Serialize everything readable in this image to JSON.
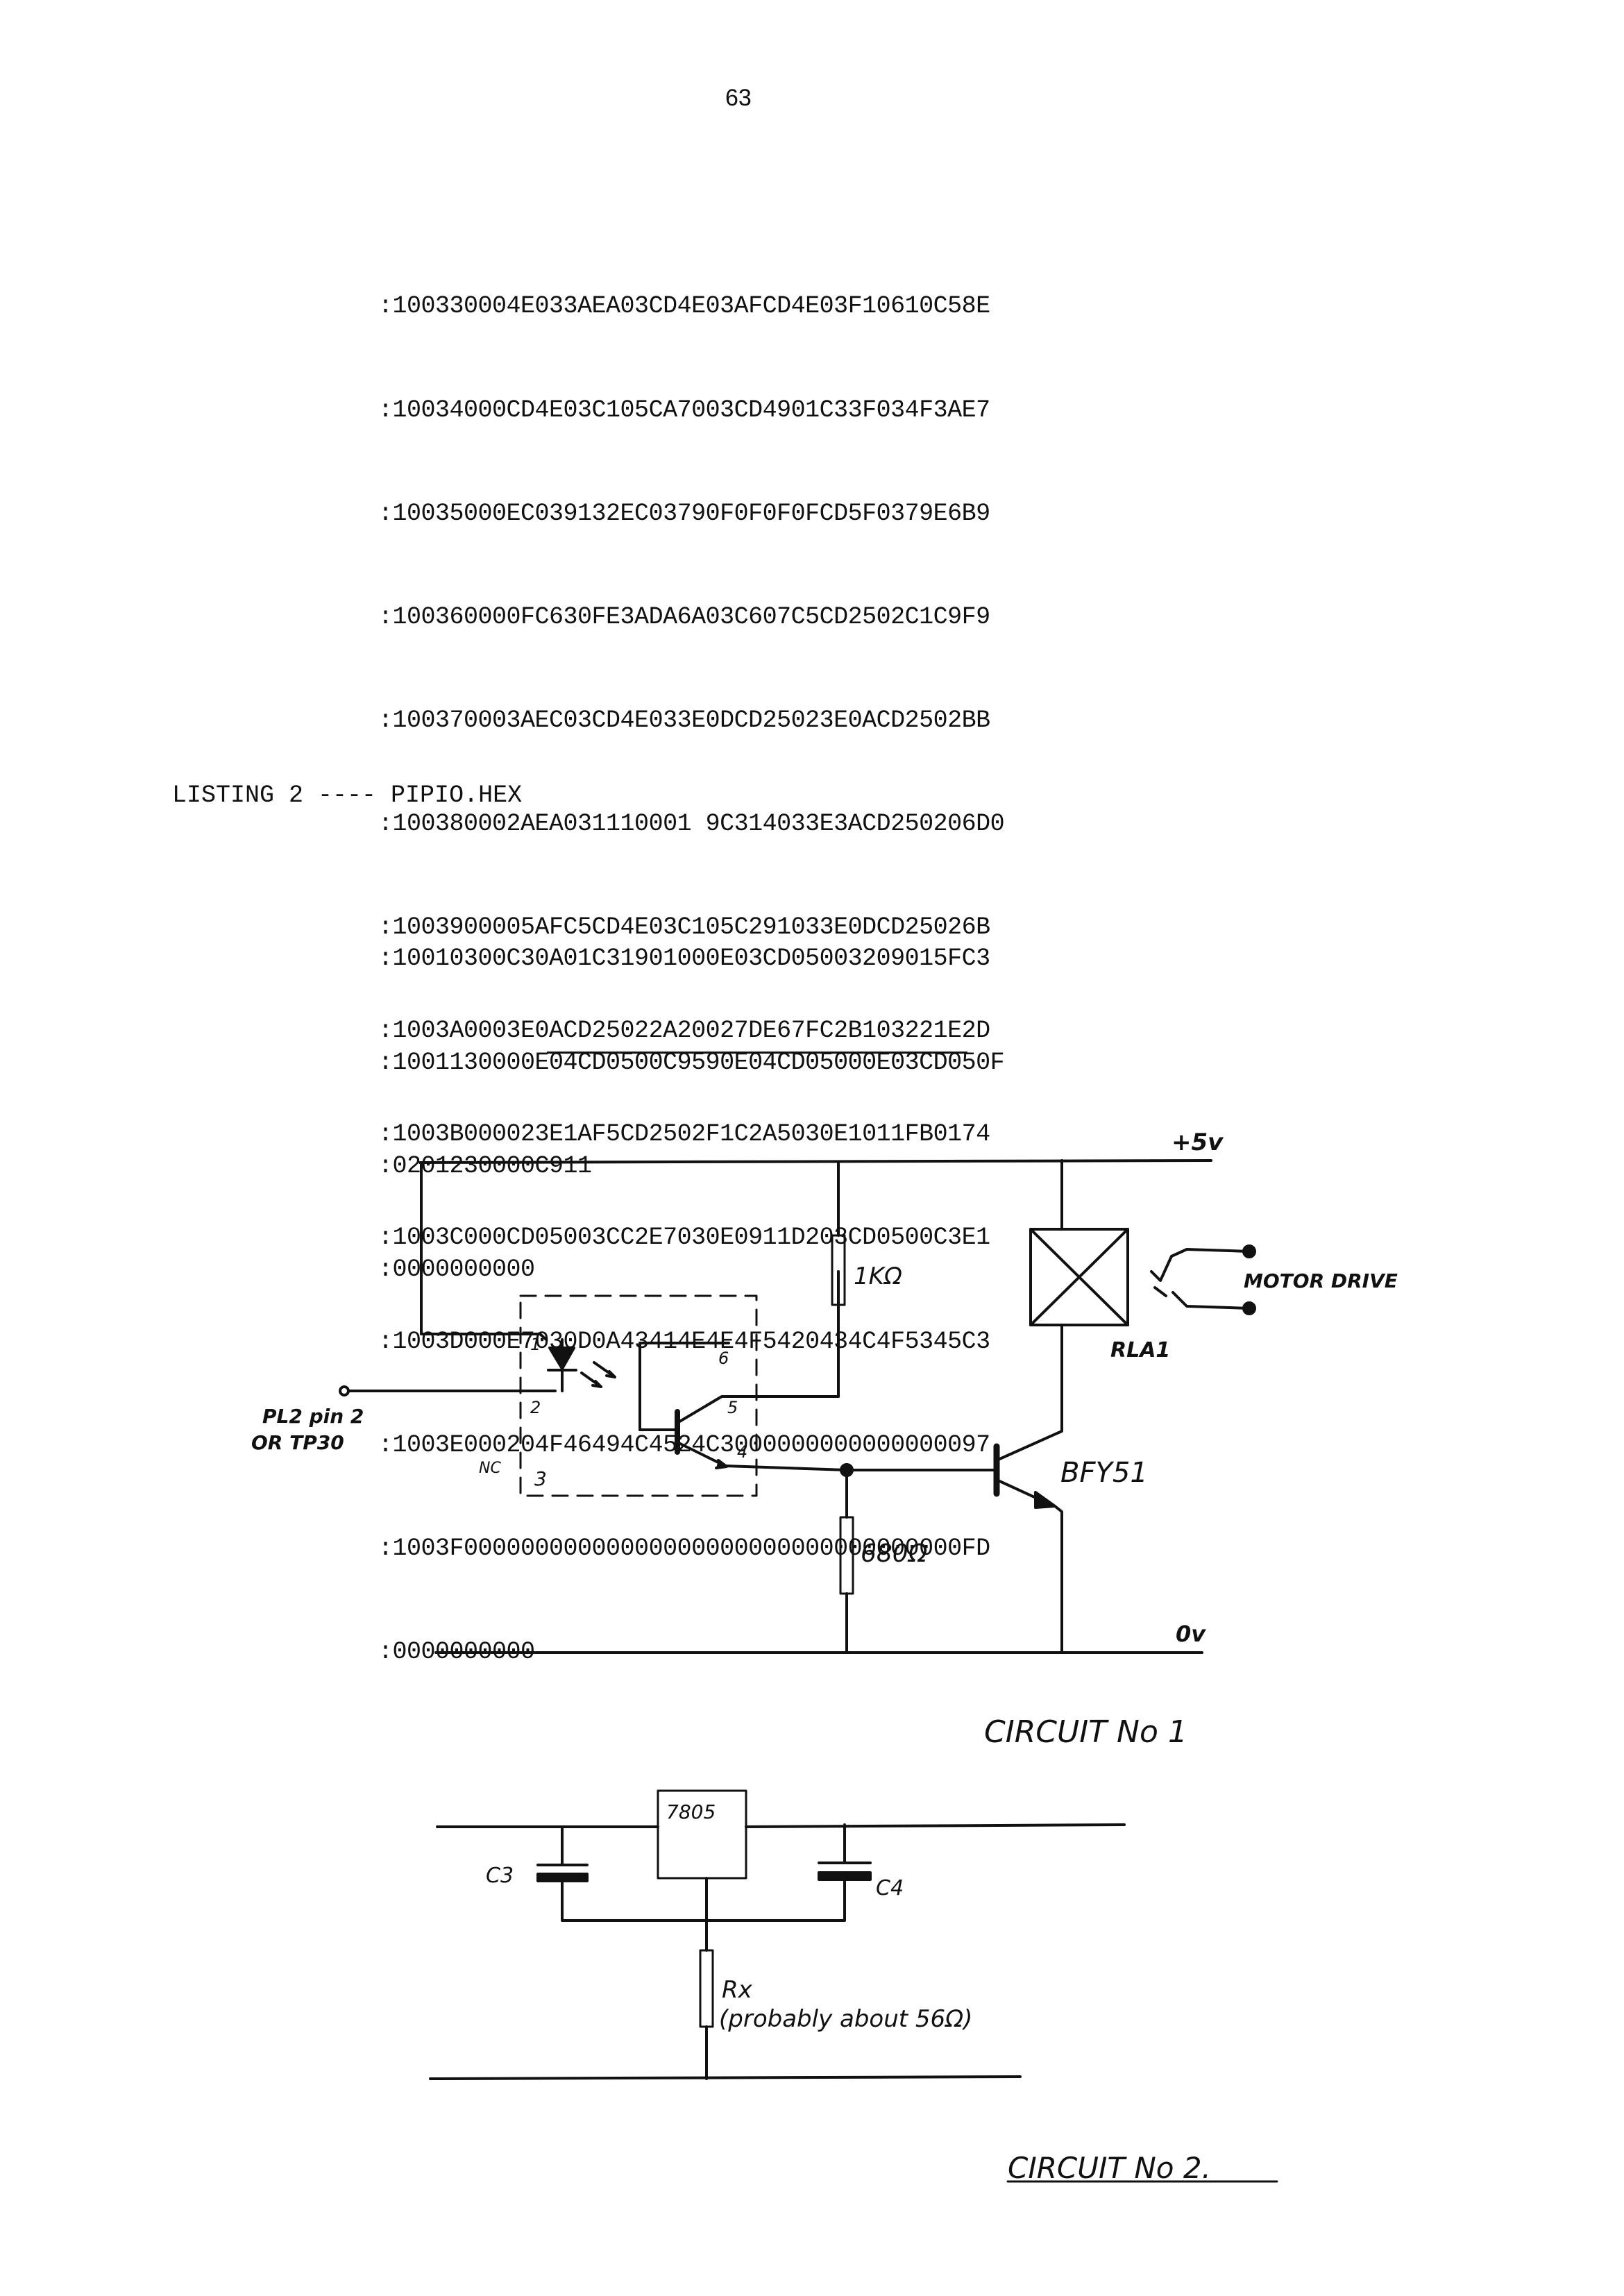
{
  "page_number": "63",
  "listing1": {
    "lines": [
      ":100330004E033AEA03CD4E03AFCD4E03F10610C58E",
      ":10034000CD4E03C105CA7003CD4901C33F034F3AE7",
      ":10035000EC039132EC03790F0F0F0FCD5F0379E6B9",
      ":100360000FC630FE3ADA6A03C607C5CD2502C1C9F9",
      ":100370003AEC03CD4E033E0DCD25023E0ACD2502BB",
      ":100380002AEA031110001 9C314033E3ACD250206D0",
      ":1003900005AFC5CD4E03C105C291033E0DCD25026B",
      ":1003A0003E0ACD25022A20027DE67FC2B103221E2D",
      ":1003B000023E1AF5CD2502F1C2A5030E1011FB0174",
      ":1003C000CD05003CC2E7030E0911D203CD0500C3E1",
      ":1003D000E7030D0A43414E4E4F5420434C4F5345C3",
      ":1003E000204F46494C4524C3000000000000000097",
      ":1003F00000000000000000000000000000000000FD",
      ":0000000000"
    ]
  },
  "listing2": {
    "title": "LISTING 2 ---- PIPIO.HEX",
    "lines": [
      ":10010300C30A01C31901000E03CD05003209015FC3",
      ":1001130000E04CD0500C9590E04CD05000E03CD050F",
      ":0201230000C911",
      ":0000000000"
    ]
  },
  "circuit1": {
    "supply_label": "+5v",
    "ground_label": "0v",
    "resistor1_label": "1KΩ",
    "resistor2_label": "680Ω",
    "relay_label": "RLA1",
    "transistor_label": "BFY51",
    "output_label": "MOTOR DRIVE",
    "input_label_line1": "PL2 pin 2",
    "input_label_line2": "OR  TP30",
    "nc_label": "NC",
    "pin_1": "1",
    "pin_2": "2",
    "pin_3": "3",
    "pin_4": "4",
    "pin_5": "5",
    "pin_6": "6",
    "caption": "CIRCUIT No 1"
  },
  "circuit2": {
    "regulator_label": "7805",
    "c3_label": "C3",
    "c4_label": "C4",
    "rx_label": "Rx",
    "rx_note": "(probably about 56Ω)",
    "caption": "CIRCUIT No 2."
  }
}
